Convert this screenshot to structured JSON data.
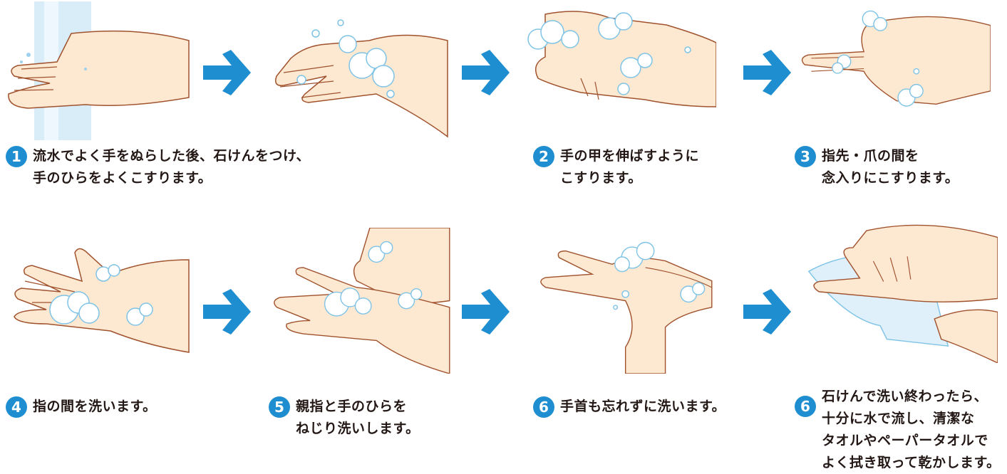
{
  "steps": [
    {
      "number": "1",
      "text": "流水でよく手をぬらした後、石けんをつけ、\n手のひらをよくこすります。"
    },
    {
      "number": "2",
      "text": "手の甲を伸ばすように\nこすります。"
    },
    {
      "number": "3",
      "text": "指先・爪の間を\n念入りにこすります。"
    },
    {
      "number": "4",
      "text": "指の間を洗います。"
    },
    {
      "number": "5",
      "text": "親指と手のひらを\nねじり洗いします。"
    },
    {
      "number": "6",
      "text": "手首も忘れずに洗います。"
    },
    {
      "number": "6",
      "text": "石けんで洗い終わったら、\n十分に水で流し、清潔な\nタオルやペーパータオルで\nよく拭き取って乾かします。"
    }
  ],
  "colors": {
    "badge": "#1e8ed0",
    "arrow": "#1e8ed0",
    "skin": "#fde8d2",
    "skin_outline": "#a0522d",
    "bubble": "#ffffff",
    "bubble_outline": "#7ec3e6",
    "water": "#cfe8f7",
    "towel": "#dff0fb",
    "title_accent": "#e60012"
  },
  "icons": {
    "arrow": "arrow-right-icon",
    "badge": "number-badge-icon"
  }
}
